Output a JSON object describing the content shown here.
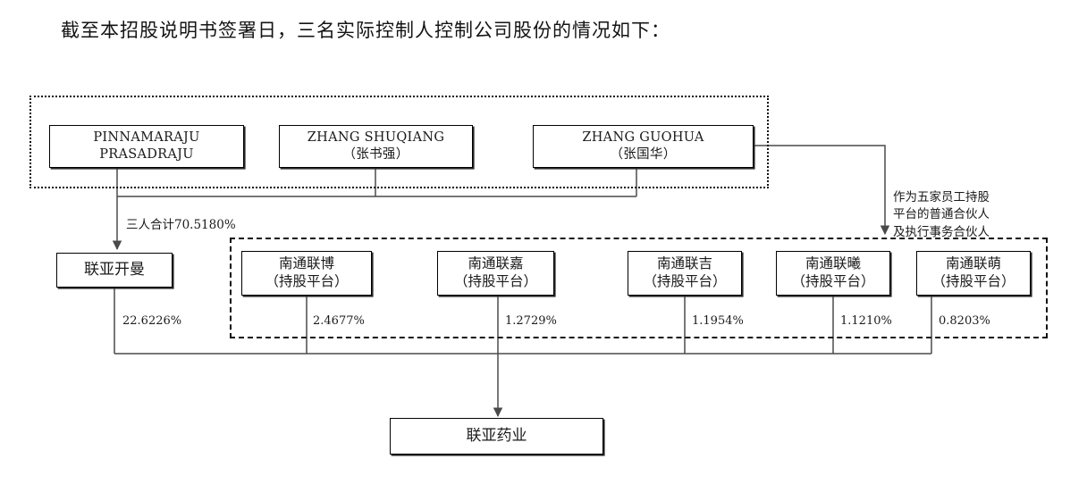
{
  "heading": "截至本招股说明书签署日，三名实际控制人控制公司股份的情况如下：",
  "groups": {
    "controllers_group": "",
    "platforms_group": ""
  },
  "nodes": {
    "pinnamaraju": {
      "line1": "PINNAMARAJU",
      "line2": "PRASADRAJU"
    },
    "zhang_shuqiang": {
      "line1": "ZHANG SHUQIANG",
      "line2": "（张书强）"
    },
    "zhang_guohua": {
      "line1": "ZHANG GUOHUA",
      "line2": "（张国华）"
    },
    "lianya_kaiman": {
      "line1": "联亚开曼"
    },
    "nantong_lianbo": {
      "line1": "南通联博",
      "line2": "（持股平台）"
    },
    "nantong_lianjia": {
      "line1": "南通联嘉",
      "line2": "（持股平台）"
    },
    "nantong_lianji": {
      "line1": "南通联吉",
      "line2": "（持股平台）"
    },
    "nantong_lianxi": {
      "line1": "南通联曦",
      "line2": "（持股平台）"
    },
    "nantong_lianmeng": {
      "line1": "南通联萌",
      "line2": "（持股平台）"
    },
    "lianya_pharma": {
      "line1": "联亚药业"
    }
  },
  "edge_labels": {
    "three_persons_total": "三人合计70.5180%",
    "kaiman_pct": "22.6226%",
    "lianbo_pct": "2.4677%",
    "lianjia_pct": "1.2729%",
    "lianji_pct": "1.1954%",
    "lianxi_pct": "1.1210%",
    "lianmeng_pct": "0.8203%"
  },
  "annotations": {
    "gp_note_line1": "作为五家员工持股",
    "gp_note_line2": "平台的普通合伙人",
    "gp_note_line3": "及执行事务合伙人"
  },
  "colors": {
    "line": "#4a4a4a",
    "border": "#000000",
    "text": "#1a1a1a",
    "background": "#ffffff"
  }
}
